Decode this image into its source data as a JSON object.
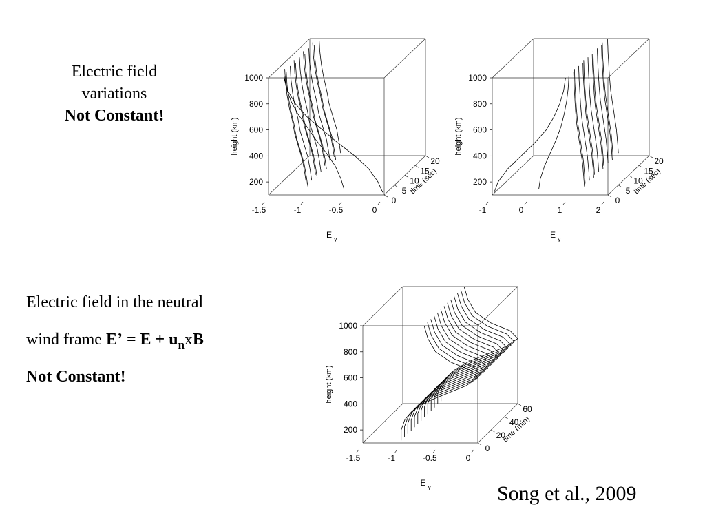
{
  "captions": {
    "top": {
      "line1": "Electric field",
      "line2": "variations",
      "line3": "Not Constant!"
    },
    "bottom": {
      "line1": "Electric field in the neutral",
      "line2_prefix": "wind frame ",
      "eq_Eprime": "E’",
      "eq_eq": " = ",
      "eq_E": "E",
      "eq_plus": " + ",
      "eq_u": "u",
      "eq_sub": "n",
      "eq_x": "x",
      "eq_B": "B",
      "line3": "Not Constant!"
    }
  },
  "citation": "Song et al., 2009",
  "colors": {
    "ink": "#000000",
    "background": "#ffffff"
  },
  "chart_data": [
    {
      "type": "line3d",
      "zlabel": "height (km)",
      "zticks": [
        200,
        400,
        600,
        800,
        1000
      ],
      "zlim": [
        100,
        1000
      ],
      "xlabel": "E",
      "xlabel_sub": "y",
      "xticks": [
        -1.5,
        -1,
        -0.5,
        0
      ],
      "xtick_labels": [
        "-1.5",
        "-1",
        "-0.5",
        "0"
      ],
      "xlim": [
        -1.5,
        0
      ],
      "ylabel": "time (sec)",
      "yticks": [
        0,
        5,
        10,
        15,
        20
      ],
      "ylim": [
        0,
        20
      ],
      "series_times": [
        0,
        1.5,
        3,
        4.5,
        6,
        7.5,
        9,
        10.5,
        12,
        13.5,
        15,
        16.5,
        18,
        20
      ],
      "profile": {
        "heights": [
          120,
          200,
          300,
          400,
          500,
          600,
          700,
          800,
          900,
          1000
        ],
        "first": [
          -0.02,
          -0.08,
          -0.2,
          -0.38,
          -0.6,
          -0.8,
          -1.0,
          -1.15,
          -1.25,
          -1.3
        ],
        "later": [
          -1.1,
          -1.12,
          -1.15,
          -1.2,
          -1.25,
          -1.28,
          -1.32,
          -1.35,
          -1.37,
          -1.38
        ]
      }
    },
    {
      "type": "line3d",
      "zlabel": "height (km)",
      "zticks": [
        200,
        400,
        600,
        800,
        1000
      ],
      "zlim": [
        100,
        1000
      ],
      "xlabel": "E",
      "xlabel_sub": "y",
      "xticks": [
        -1,
        0,
        1,
        2
      ],
      "xtick_labels": [
        "-1",
        "0",
        "1",
        "2"
      ],
      "xlim": [
        -1,
        2
      ],
      "ylabel": "time (sec)",
      "yticks": [
        0,
        5,
        10,
        15,
        20
      ],
      "ylim": [
        0,
        20
      ],
      "series_times": [
        0,
        1.5,
        3,
        4.5,
        6,
        7.5,
        9,
        10.5,
        12,
        13.5,
        15,
        16.5,
        18,
        20
      ],
      "profile": {
        "heights": [
          120,
          200,
          300,
          400,
          500,
          600,
          700,
          800,
          900,
          1000
        ],
        "first": [
          -0.95,
          -0.85,
          -0.6,
          -0.25,
          0.1,
          0.4,
          0.6,
          0.75,
          0.85,
          0.9
        ],
        "later": [
          1.2,
          1.18,
          1.15,
          1.1,
          1.05,
          1.0,
          0.97,
          0.95,
          0.93,
          0.92
        ]
      }
    },
    {
      "type": "line3d",
      "zlabel": "height (km)",
      "zticks": [
        200,
        400,
        600,
        800,
        1000
      ],
      "zlim": [
        100,
        1000
      ],
      "xlabel": "E",
      "xlabel_sub": "y",
      "xlabel_prime": "'",
      "xticks": [
        -1.5,
        -1,
        -0.5,
        0
      ],
      "xtick_labels": [
        "-1.5",
        "-1",
        "-0.5",
        "0"
      ],
      "xlim": [
        -1.5,
        0
      ],
      "ylabel": "time (min)",
      "yticks": [
        0,
        20,
        40,
        60
      ],
      "ylim": [
        0,
        60
      ],
      "series_times": [
        0,
        5,
        10,
        15,
        20,
        25,
        30,
        35,
        40,
        45,
        50,
        55,
        60
      ],
      "profile": {
        "heights": [
          120,
          200,
          280,
          350,
          420,
          480,
          540,
          600,
          660,
          720,
          800,
          900,
          1000
        ],
        "values": [
          -1.0,
          -1.0,
          -0.95,
          -0.85,
          -0.65,
          -0.4,
          -0.15,
          0.0,
          -0.1,
          -0.35,
          -0.55,
          -0.65,
          -0.7
        ]
      }
    }
  ]
}
